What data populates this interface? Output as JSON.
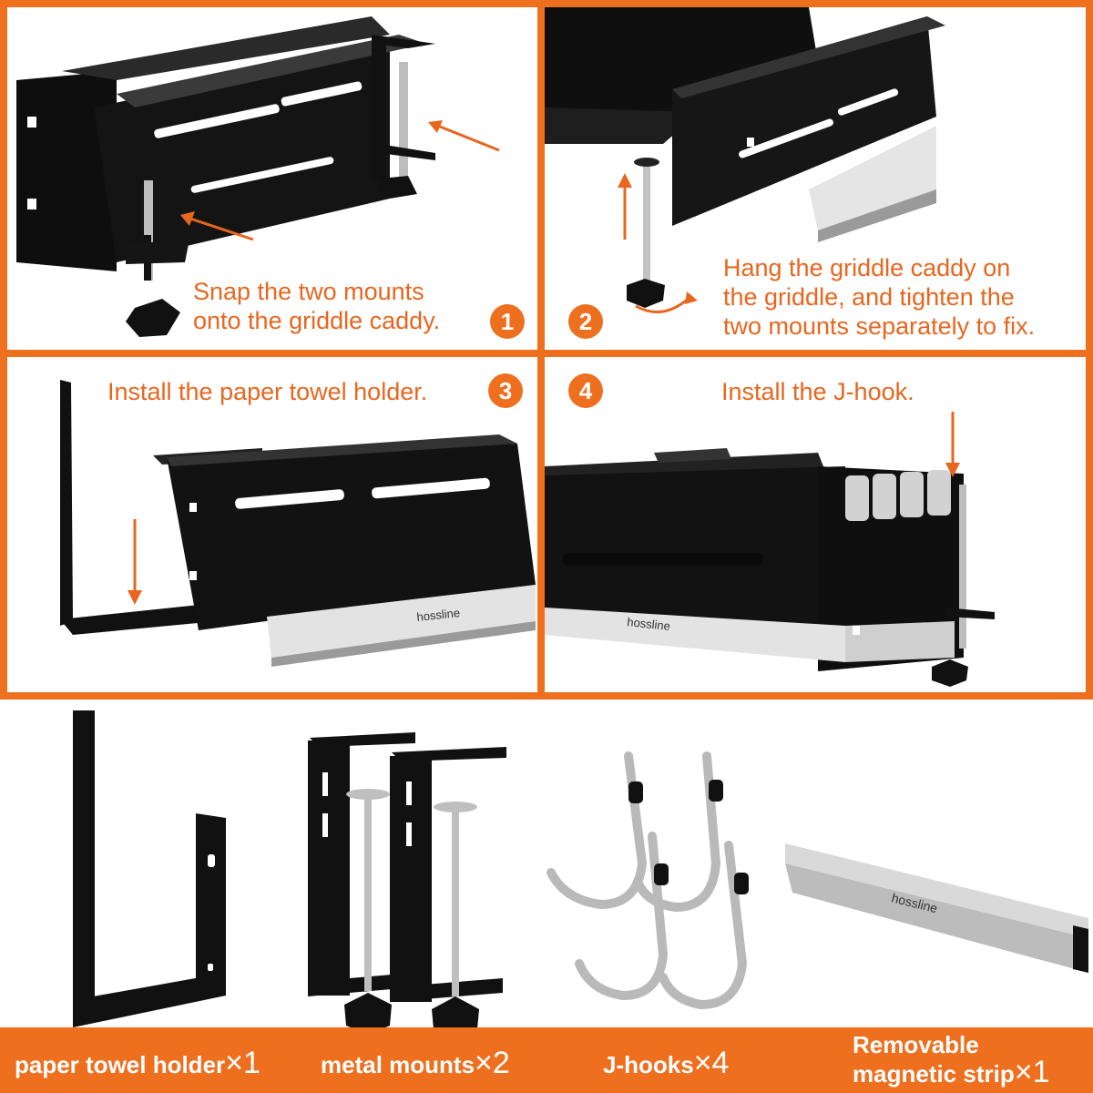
{
  "steps": [
    {
      "number": "1",
      "caption_lines": [
        "Snap the two mounts",
        "onto the griddle caddy."
      ]
    },
    {
      "number": "2",
      "caption_lines": [
        "Hang the griddle caddy on",
        "the griddle, and tighten the",
        "two mounts separately to fix."
      ]
    },
    {
      "number": "3",
      "caption_lines": [
        "Install the paper towel holder."
      ]
    },
    {
      "number": "4",
      "caption_lines": [
        "Install the J-hook."
      ]
    }
  ],
  "parts": [
    {
      "label": "paper towel holder",
      "qty": "×1"
    },
    {
      "label": "metal mounts",
      "qty": "×2"
    },
    {
      "label": "J-hooks",
      "qty": "×4"
    },
    {
      "label_lines": [
        "Removable",
        "magnetic strip"
      ],
      "qty": "×1"
    }
  ],
  "brand_logo": "hossline",
  "colors": {
    "accent": "#ee6f1e",
    "caption_text": "#e8661e",
    "product": "#111111",
    "steel": "#c8c8c8"
  }
}
